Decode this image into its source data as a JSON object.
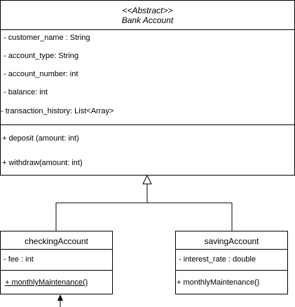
{
  "bank_account": {
    "stereotype": "<<Abstract>>",
    "name": "Bank Account",
    "attributes": [
      "- customer_name : String",
      "- account_type: String",
      "- account_number: int",
      "- balance: int",
      "- transaction_history: List<Array>"
    ],
    "methods": [
      "+ deposit (amount: int)",
      "+ withdraw(amount: int)"
    ]
  },
  "checking_account": {
    "name": "checkingAccount",
    "attributes": [
      "- fee : int"
    ],
    "methods": [
      "+ monthlyMaintenance()"
    ]
  },
  "saving_account": {
    "name": "savingAccount",
    "attributes": [
      "- interest_rate : double"
    ],
    "methods": [
      "+ monthlyMaintenance()"
    ]
  }
}
